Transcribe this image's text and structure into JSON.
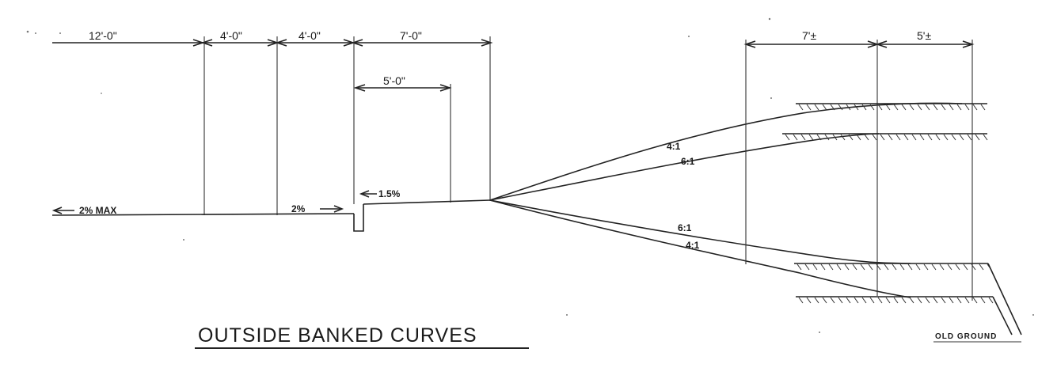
{
  "title": "OUTSIDE  BANKED CURVES",
  "dimensions": {
    "d1": "12'-0\"",
    "d2": "4'-0\"",
    "d3": "4'-0\"",
    "d4": "7'-0\"",
    "d5": "5'-0\"",
    "d6": "7'±",
    "d7": "5'±"
  },
  "slopes": {
    "cross_left": "2% MAX",
    "cross_mid": "2%",
    "cross_right": "1.5%",
    "upper_outer": "4:1",
    "upper_inner": "6:1",
    "lower_inner": "6:1",
    "lower_outer": "4:1"
  },
  "old_ground": "OLD GROUND"
}
